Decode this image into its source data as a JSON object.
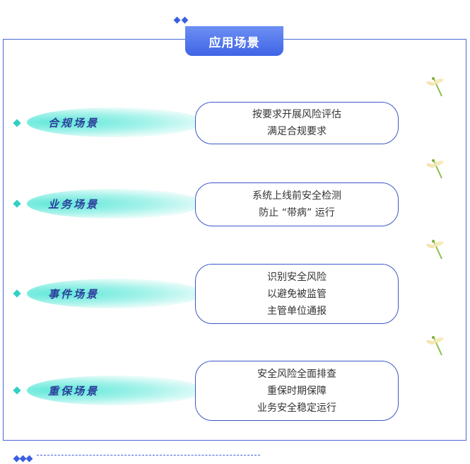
{
  "header": {
    "title": "应用场景"
  },
  "scenarios": [
    {
      "label": "合规场景",
      "lines": [
        "按要求开展风险评估",
        "满足合规要求"
      ]
    },
    {
      "label": "业务场景",
      "lines": [
        "系统上线前安全检测",
        "防止 “带病” 运行"
      ]
    },
    {
      "label": "事件场景",
      "lines": [
        "识别安全风险",
        "以避免被监管",
        "主管单位通报"
      ]
    },
    {
      "label": "重保场景",
      "lines": [
        "安全风险全面排查",
        "重保时期保障",
        "业务安全稳定运行"
      ]
    }
  ],
  "colors": {
    "frame": "#4a6ad0",
    "tab": "#3f64e6",
    "pill": "#5fe7d8",
    "label": "#2c3e9a"
  },
  "icons": {
    "decoration": "dragonfly-icon",
    "bullet": "diamond-icon"
  }
}
